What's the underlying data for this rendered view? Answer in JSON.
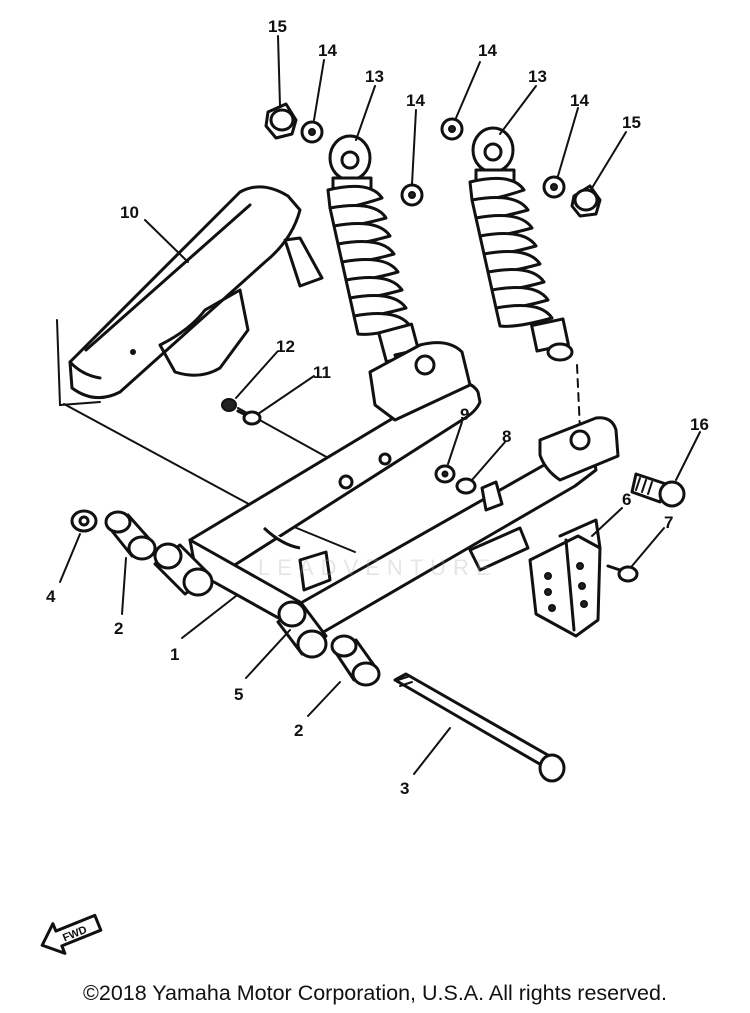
{
  "callouts": [
    {
      "id": "c15a",
      "label": "15"
    },
    {
      "id": "c14a",
      "label": "14"
    },
    {
      "id": "c13a",
      "label": "13"
    },
    {
      "id": "c14b",
      "label": "14"
    },
    {
      "id": "c14c",
      "label": "14"
    },
    {
      "id": "c13b",
      "label": "13"
    },
    {
      "id": "c14d",
      "label": "14"
    },
    {
      "id": "c15b",
      "label": "15"
    },
    {
      "id": "c10",
      "label": "10"
    },
    {
      "id": "c12",
      "label": "12"
    },
    {
      "id": "c11",
      "label": "11"
    },
    {
      "id": "c9",
      "label": "9"
    },
    {
      "id": "c8",
      "label": "8"
    },
    {
      "id": "c16",
      "label": "16"
    },
    {
      "id": "c6",
      "label": "6"
    },
    {
      "id": "c7",
      "label": "7"
    },
    {
      "id": "c4",
      "label": "4"
    },
    {
      "id": "c2a",
      "label": "2"
    },
    {
      "id": "c1",
      "label": "1"
    },
    {
      "id": "c5",
      "label": "5"
    },
    {
      "id": "c2b",
      "label": "2"
    },
    {
      "id": "c3",
      "label": "3"
    }
  ],
  "front_arrow": {
    "label": "FWD"
  },
  "watermark": {
    "text": "LEADVENTURE"
  },
  "footer": {
    "copyright": "©2018 Yamaha Motor Corporation, U.S.A. All rights reserved."
  },
  "colors": {
    "ink": "#111111",
    "background": "#ffffff"
  }
}
